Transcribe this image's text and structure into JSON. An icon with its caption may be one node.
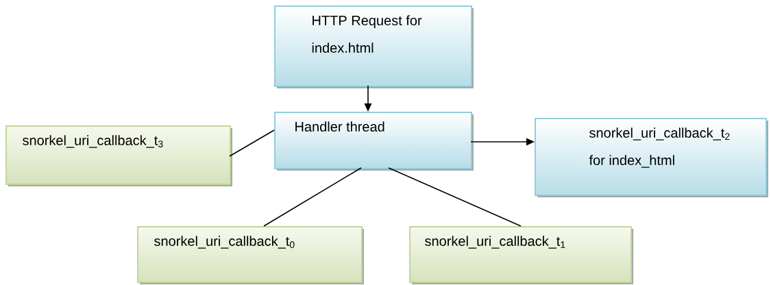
{
  "diagram": {
    "nodes": [
      {
        "text": [
          "HTTP Request for index.html"
        ]
      },
      {
        "text": [
          "snorkel_uri_callback_t$_{3}$"
        ]
      },
      {
        "text": [
          "Handler thread"
        ]
      },
      {
        "text": [
          "snorkel_uri_callback_t$_{2}$ for index_html"
        ]
      },
      {
        "text": [
          "snorkel_uri_callback_t$_{0}$"
        ]
      },
      {
        "text": [
          "snorkel_uri_callback_t$_{1}$"
        ]
      }
    ],
    "edges": [
      {
        "from": 0,
        "to": 2,
        "arrow": "to"
      },
      {
        "from": 2,
        "to": 3,
        "arrow": "to"
      },
      {
        "from": 2,
        "to": 1,
        "arrow": "none"
      },
      {
        "from": 2,
        "to": 4,
        "arrow": "none"
      },
      {
        "from": 2,
        "to": 5,
        "arrow": "none"
      }
    ]
  }
}
